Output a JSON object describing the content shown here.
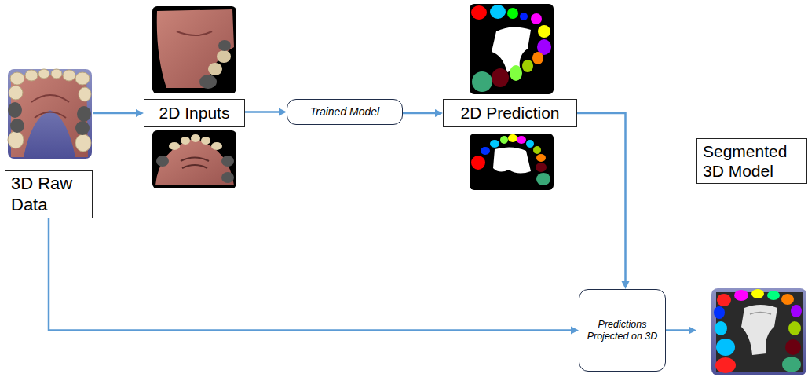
{
  "diagram": {
    "nodes": [
      {
        "text": [
          "3D Raw Data"
        ]
      },
      {
        "text": [
          "2D Inputs"
        ]
      },
      {
        "text": [
          "Trained Model"
        ]
      },
      {
        "text": [
          "2D Prediction"
        ]
      },
      {
        "text": [
          "Predictions Projected on 3D"
        ]
      },
      {
        "text": [
          "Segmented 3D Model"
        ]
      }
    ],
    "edges": [
      {
        "from": 0,
        "to": 1,
        "arrow": "to"
      },
      {
        "from": 1,
        "to": 2,
        "arrow": "to"
      },
      {
        "from": 2,
        "to": 3,
        "arrow": "to"
      },
      {
        "from": 3,
        "to": 4,
        "arrow": "to"
      },
      {
        "from": 0,
        "to": 4,
        "arrow": "to"
      },
      {
        "from": 4,
        "to": 5,
        "arrow": "to"
      }
    ]
  }
}
